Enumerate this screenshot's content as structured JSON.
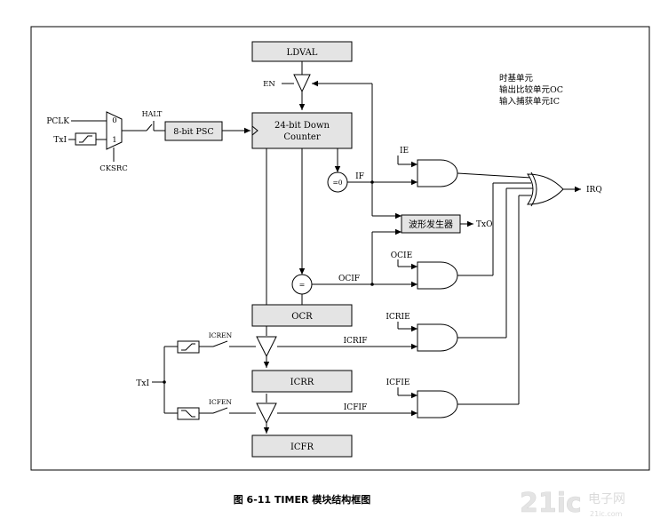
{
  "diagram": {
    "blocks": {
      "ldval": "LDVAL",
      "psc": "8-bit PSC",
      "counter_line1": "24-bit Down",
      "counter_line2": "Counter",
      "ocr": "OCR",
      "icrr": "ICRR",
      "icfr": "ICFR",
      "waveform_gen": "波形发生器"
    },
    "signals": {
      "en": "EN",
      "pclk": "PCLK",
      "txi": "TxI",
      "txi_capture": "TxI",
      "cksrc": "CKSRC",
      "halt": "HALT",
      "mux_in0": "0",
      "mux_in1": "1",
      "zero_cmp": "=0",
      "eq_cmp": "=",
      "if": "IF",
      "ie": "IE",
      "ocie": "OCIE",
      "ocif": "OCIF",
      "icrie": "ICRIE",
      "icrif": "ICRIF",
      "icfie": "ICFIE",
      "icfif": "ICFIF",
      "icren": "ICREN",
      "icfen": "ICFEN",
      "irq": "IRQ",
      "txo": "TxO"
    },
    "legend": [
      "时基单元",
      "输出比较单元OC",
      "输入捕获单元IC"
    ]
  },
  "caption": "图  6-11 TIMER  模块结构框图",
  "watermark": {
    "logo": "21ic",
    "text": "电子网",
    "url": "21ic.com"
  }
}
